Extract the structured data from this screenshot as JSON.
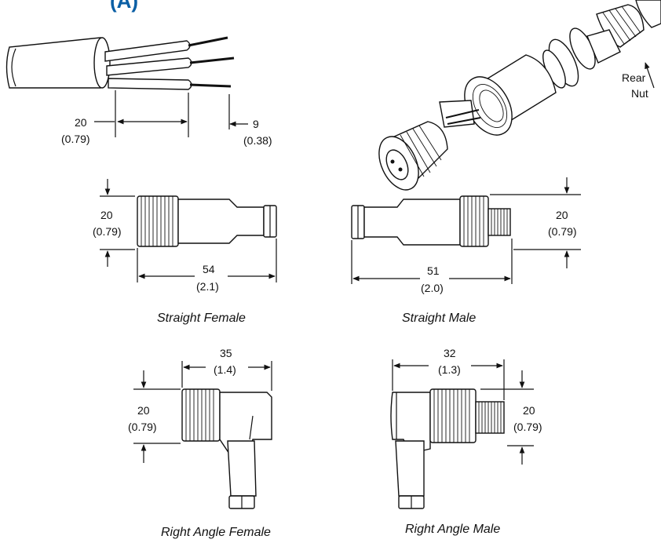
{
  "header_fragment": "(A)",
  "colors": {
    "line": "#111111",
    "header_accent": "#0b5fa5",
    "background": "#ffffff"
  },
  "cable_stripping": {
    "dim_outer": "20",
    "dim_outer_in": "(0.79)",
    "dim_strip": "9",
    "dim_strip_in": "(0.38)"
  },
  "exploded_view": {
    "callout_line1": "Rear",
    "callout_line2": "Nut"
  },
  "straight_female": {
    "height": "20",
    "height_in": "(0.79)",
    "length": "54",
    "length_in": "(2.1)",
    "caption": "Straight Female"
  },
  "straight_male": {
    "height": "20",
    "height_in": "(0.79)",
    "length": "51",
    "length_in": "(2.0)",
    "caption": "Straight Male"
  },
  "right_angle_female": {
    "width": "35",
    "width_in": "(1.4)",
    "height": "20",
    "height_in": "(0.79)",
    "caption": "Right Angle Female"
  },
  "right_angle_male": {
    "width": "32",
    "width_in": "(1.3)",
    "height": "20",
    "height_in": "(0.79)",
    "caption": "Right Angle Male"
  }
}
